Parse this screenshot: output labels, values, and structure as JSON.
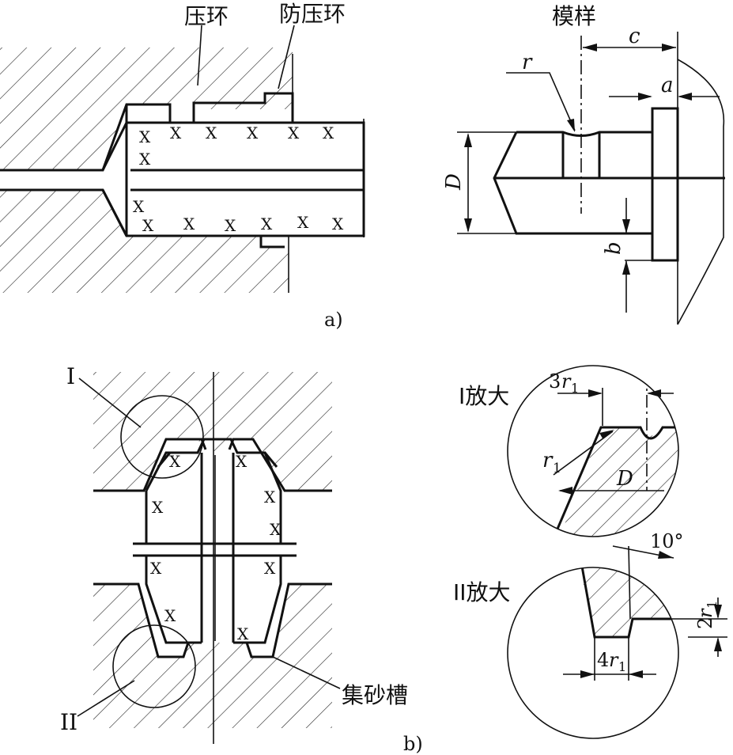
{
  "labels": {
    "press_ring": "压环",
    "anti_press_ring": "防压环",
    "template": "模样",
    "fig_a": "a)",
    "fig_b": "b)",
    "sand_groove": "集砂槽",
    "detail_I": "I放大",
    "detail_II": "II放大",
    "roman_I": "I",
    "roman_II": "II",
    "dim_r": "r",
    "dim_c": "c",
    "dim_a": "a",
    "dim_b": "b",
    "dim_D": "D",
    "dim_D2": "D",
    "dim_3r1_coef": "3",
    "dim_r1_a": "r",
    "dim_r1_a_sub": "1",
    "dim_r1_b": "r",
    "dim_r1_b_sub": "1",
    "dim_4r1_coef": "4",
    "dim_4r1_r": "r",
    "dim_4r1_sub": "1",
    "dim_2r1_coef": "2",
    "dim_2r1_r": "r",
    "dim_2r1_sub": "1",
    "dim_3r1_r": "r",
    "dim_3r1_sub": "1",
    "angle_10": "10°"
  },
  "marks": {
    "sand_x": "X"
  }
}
